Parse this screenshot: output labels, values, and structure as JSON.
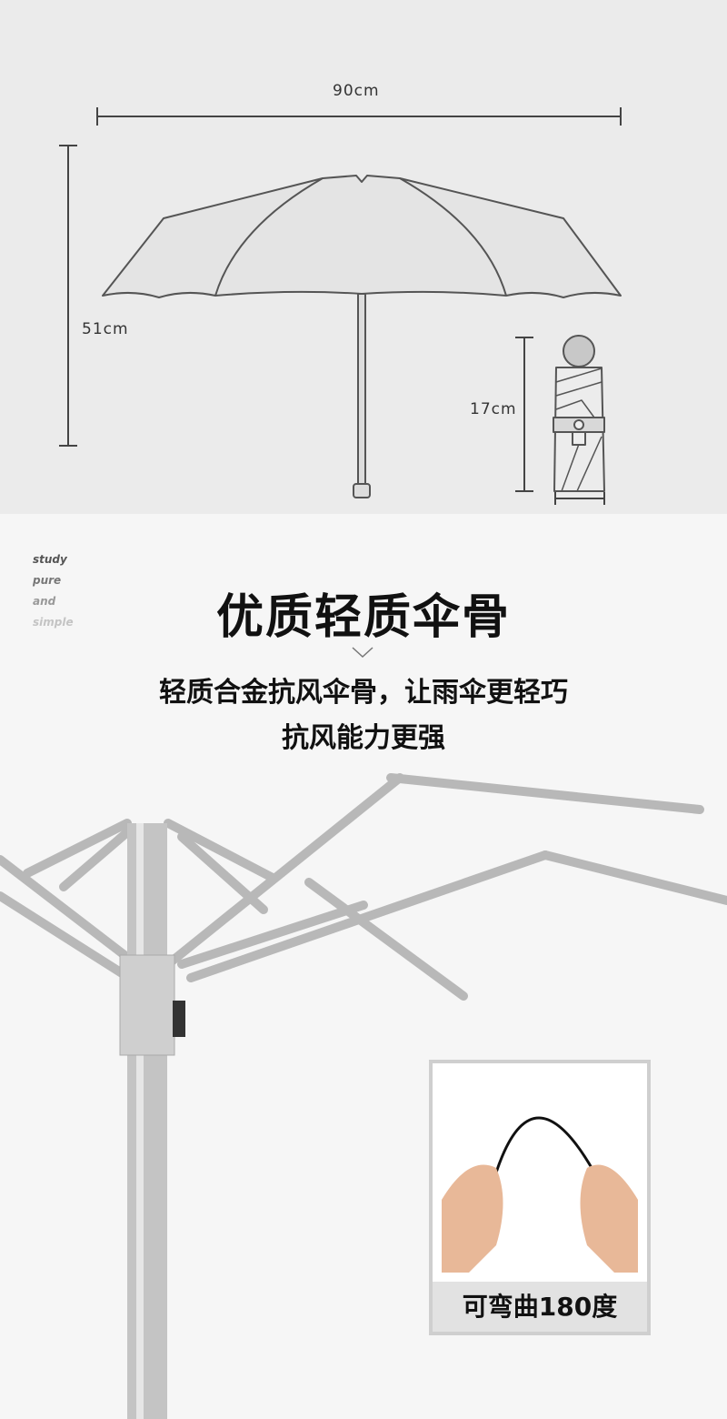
{
  "dimensions": {
    "width_label": "90cm",
    "height_label": "51cm",
    "folded_label": "17cm"
  },
  "tagline": [
    "study",
    "pure",
    "and",
    "simple"
  ],
  "heading": "优质轻质伞骨",
  "subheading_lines": [
    "轻质合金抗风伞骨，让雨伞更轻巧",
    "抗风能力更强"
  ],
  "inset_caption": "可弯曲180度"
}
